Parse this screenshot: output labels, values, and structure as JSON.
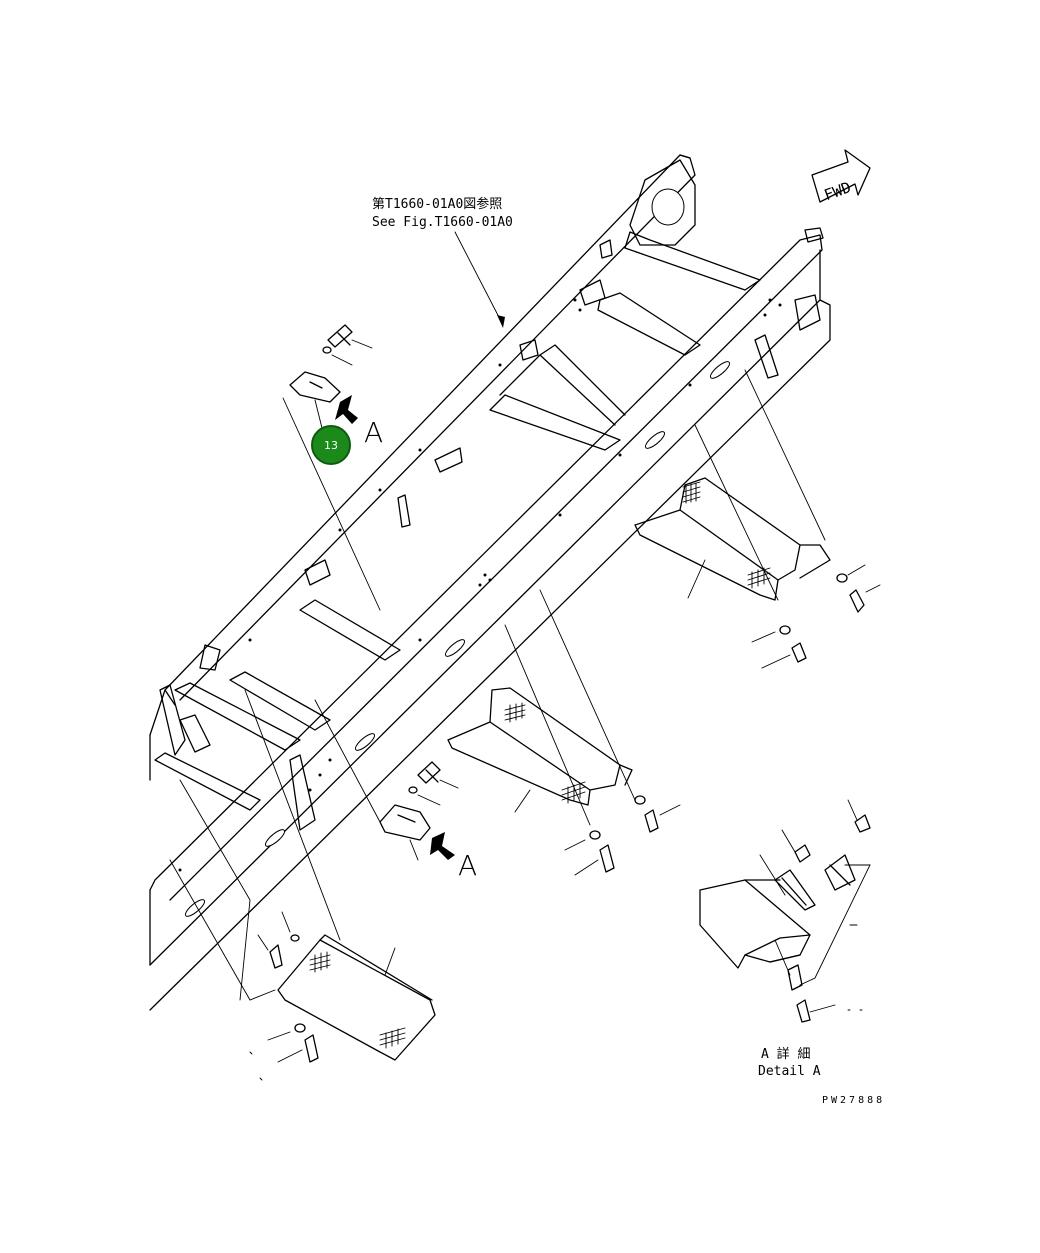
{
  "reference_note": {
    "line1": "第T1660-01A0図参照",
    "line2": "See Fig.T1660-01A0"
  },
  "fwd_label": "FWD",
  "callout": {
    "number": "13",
    "color": "#1b8a1b",
    "ring_color": "#0f5a0f"
  },
  "view_labels": {
    "top_arrow": "A",
    "bottom_arrow": "A"
  },
  "detail": {
    "line1": "A 詳 細",
    "line2": "Detail A"
  },
  "drawing_code": "PW27888"
}
